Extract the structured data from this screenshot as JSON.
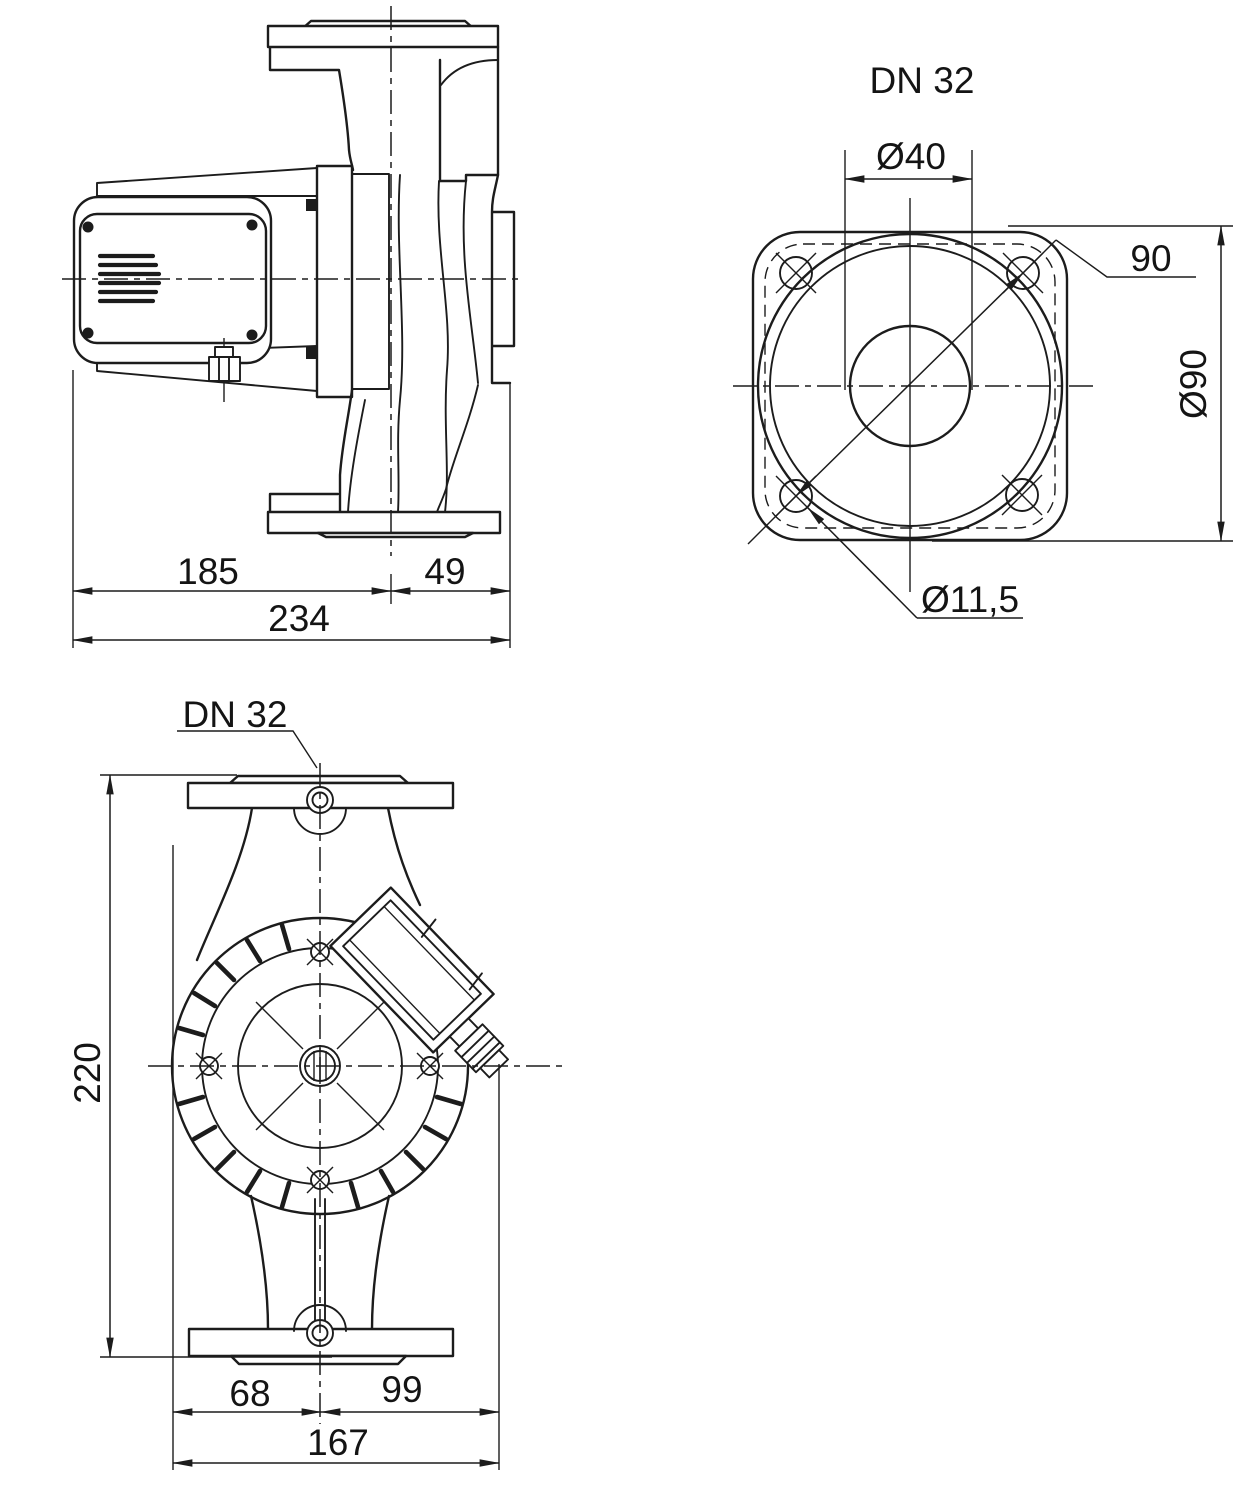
{
  "drawing": {
    "type": "technical-dimensional-drawing",
    "subject": "flanged circulation pump, three orthographic views",
    "background": "#ffffff",
    "line_color": "#1c1c1c",
    "side_view": {
      "d185": "185",
      "d49": "49",
      "d234": "234"
    },
    "flange_view": {
      "title": "DN 32",
      "d40": "Ø40",
      "bolt_circle": "90",
      "d90": "Ø90",
      "hole": "Ø11,5"
    },
    "top_view": {
      "flange_label": "DN 32",
      "d220": "220",
      "d68": "68",
      "d99": "99",
      "d167": "167"
    }
  }
}
